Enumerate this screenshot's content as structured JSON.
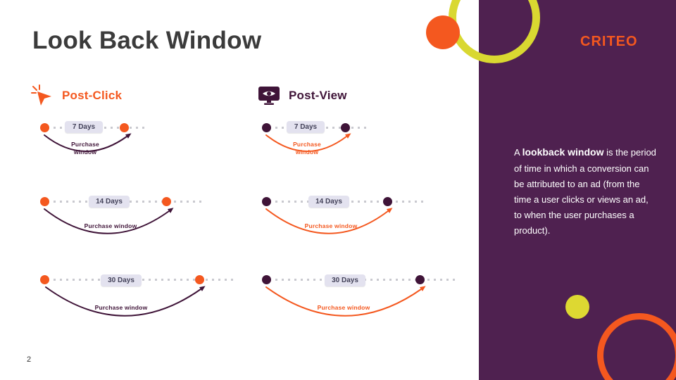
{
  "slide": {
    "title": "Look Back Window",
    "page_number": "2",
    "brand": "CRITEO"
  },
  "panel": {
    "text_prefix": "A ",
    "text_bold": "lookback window",
    "text_rest": " is the period of time in which a conversion can be attributed to an ad (from the time a user clicks or views an ad, to when the user purchases a product)."
  },
  "colors": {
    "orange": "#f4581f",
    "dark_purple": "#3f1438",
    "panel_purple": "#4f2150",
    "yellow": "#d9d831",
    "pill_bg": "#e3e2ef",
    "pill_text": "#44435a",
    "track_gray": "#c9c9cf"
  },
  "columns": [
    {
      "label": "Post-Click",
      "icon": "click-cursor-icon",
      "dot_color": "#f4581f",
      "arrow_color": "#3f1438",
      "rows": [
        {
          "duration": "7 Days",
          "annotation": "Purchase window"
        },
        {
          "duration": "14 Days",
          "annotation": "Purchase window"
        },
        {
          "duration": "30 Days",
          "annotation": "Purchase window"
        }
      ]
    },
    {
      "label": "Post-View",
      "icon": "eye-monitor-icon",
      "dot_color": "#3f1438",
      "arrow_color": "#f4581f",
      "rows": [
        {
          "duration": "7 Days",
          "annotation": "Purchase window"
        },
        {
          "duration": "14 Days",
          "annotation": "Purchase window"
        },
        {
          "duration": "30 Days",
          "annotation": "Purchase window"
        }
      ]
    }
  ]
}
